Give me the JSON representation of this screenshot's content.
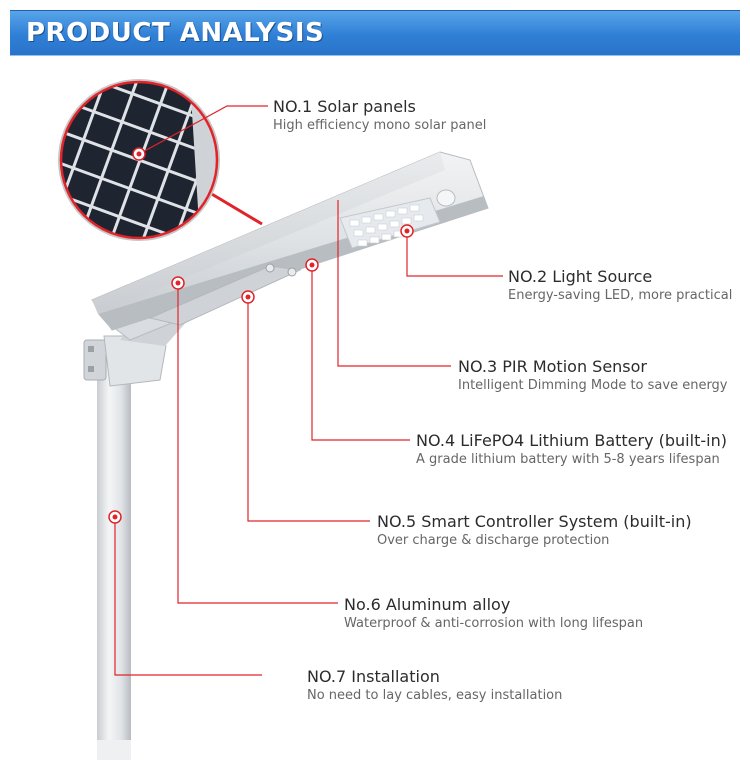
{
  "header": {
    "title": "PRODUCT ANALYSIS"
  },
  "features": [
    {
      "title": "NO.1 Solar panels",
      "desc": "High efficiency mono solar panel"
    },
    {
      "title": "NO.2  Light Source",
      "desc": "Energy-saving LED, more practical"
    },
    {
      "title": "NO.3 PIR Motion Sensor",
      "desc": "Intelligent Dimming Mode to save energy"
    },
    {
      "title": "NO.4  LiFePO4 Lithium Battery (built-in)",
      "desc": "A grade lithium battery with 5-8 years lifespan"
    },
    {
      "title": "NO.5 Smart Controller System (built-in)",
      "desc": "Over charge & discharge protection"
    },
    {
      "title": "No.6 Aluminum alloy",
      "desc": "Waterproof & anti-corrosion with long lifespan"
    },
    {
      "title": "NO.7 Installation",
      "desc": "No need to lay cables, easy installation"
    }
  ],
  "colors": {
    "banner": "#2f7fd6",
    "leader": "#e0242a",
    "aluminum": "#d6dade"
  }
}
